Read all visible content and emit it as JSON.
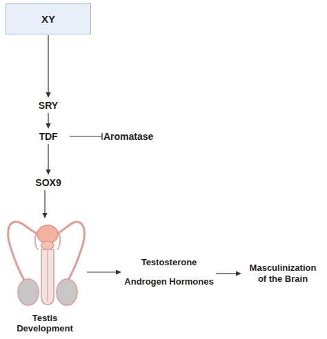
{
  "diagram": {
    "nodes": [
      {
        "text": [
          "XY"
        ]
      },
      {
        "text": [
          "SRY"
        ]
      },
      {
        "text": [
          "TDF"
        ]
      },
      {
        "text": [
          "Aromatase"
        ]
      },
      {
        "text": [
          "SOX9"
        ]
      },
      {
        "text": [
          "Testis Development"
        ]
      },
      {
        "text": [
          "Testosterone",
          "Androgen Hormones"
        ]
      },
      {
        "text": [
          "Masculinization of the Brain"
        ]
      }
    ],
    "edges": [
      {
        "from": 0,
        "to": 1,
        "arrow": "to"
      },
      {
        "from": 1,
        "to": 2,
        "arrow": "to"
      },
      {
        "from": 2,
        "to": 3,
        "arrow": "to"
      },
      {
        "from": 2,
        "to": 4,
        "arrow": "to"
      },
      {
        "from": 4,
        "to": 5,
        "arrow": "to"
      },
      {
        "from": 5,
        "to": 6,
        "arrow": "to"
      },
      {
        "from": 6,
        "to": 7,
        "arrow": "to"
      }
    ]
  }
}
